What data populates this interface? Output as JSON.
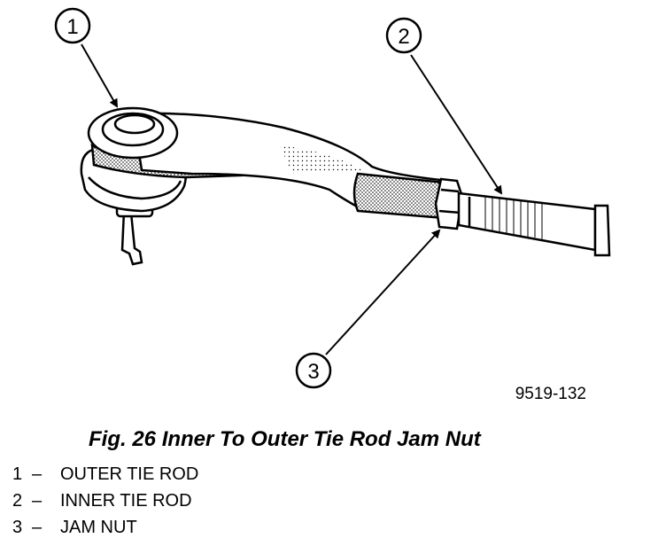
{
  "figure": {
    "callouts": [
      "1",
      "2",
      "3"
    ],
    "figure_id": "9519-132",
    "caption": "Fig. 26 Inner To Outer Tie Rod Jam Nut"
  },
  "legend": [
    {
      "num": "1",
      "sep": "–",
      "label": "OUTER TIE ROD"
    },
    {
      "num": "2",
      "sep": "–",
      "label": "INNER TIE ROD"
    },
    {
      "num": "3",
      "sep": "–",
      "label": "JAM NUT"
    }
  ],
  "colors": {
    "ink": "#000000",
    "paper": "#ffffff"
  }
}
